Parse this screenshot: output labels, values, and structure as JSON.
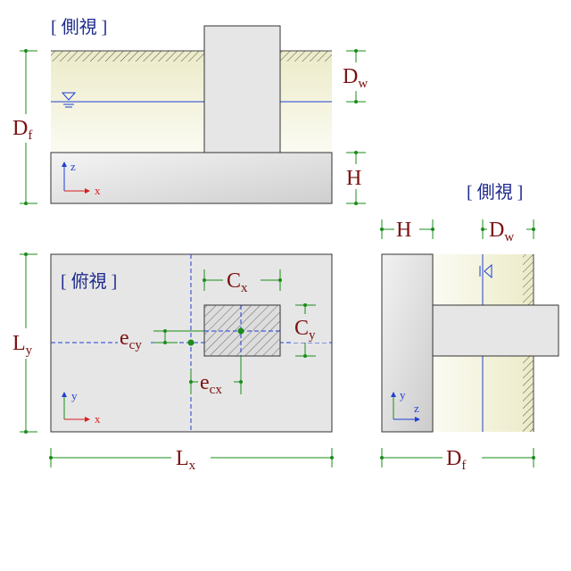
{
  "views": {
    "side_label_1": "[ 側視 ]",
    "top_label": "[ 俯視 ]",
    "side_label_2": "[ 側視 ]"
  },
  "dims": {
    "Df": {
      "main": "D",
      "sub": "f"
    },
    "Dw": {
      "main": "D",
      "sub": "w"
    },
    "H": {
      "main": "H",
      "sub": ""
    },
    "Ly": {
      "main": "L",
      "sub": "y"
    },
    "Lx": {
      "main": "L",
      "sub": "x"
    },
    "Cx": {
      "main": "C",
      "sub": "x"
    },
    "Cy": {
      "main": "C",
      "sub": "y"
    },
    "ecy": {
      "main": "e",
      "sub": "cy"
    },
    "ecx": {
      "main": "e",
      "sub": "cx"
    }
  },
  "axes": {
    "x": "x",
    "y": "y",
    "z": "z"
  },
  "colors": {
    "dim_line": "#1a8c1a",
    "label_dark": "#7a1010",
    "view_label": "#1e2a8c",
    "water_line": "#1f3fd6",
    "axis_blue": "#1f3fd6",
    "axis_red": "#d62020",
    "concrete": "#e8e8e8",
    "soil": "#f3f1dc"
  }
}
